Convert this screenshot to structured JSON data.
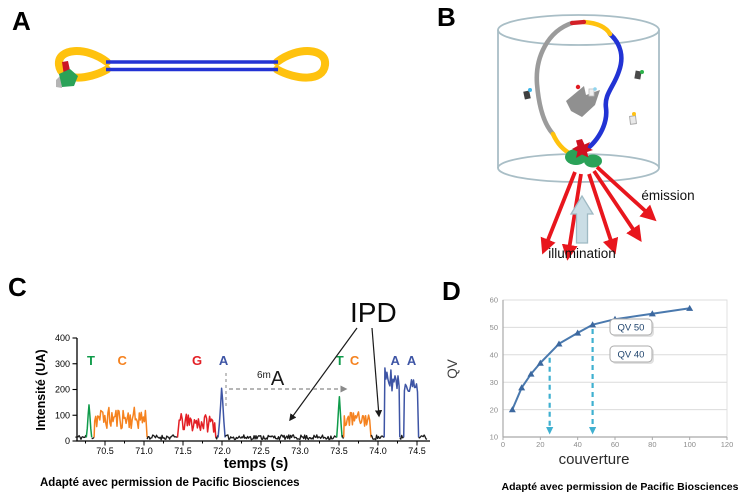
{
  "figure": {
    "panels": {
      "a": {
        "label": "A"
      },
      "b": {
        "label": "B",
        "emission_label": "émission",
        "illumination_label": "illumination"
      },
      "c": {
        "label": "C",
        "ipd_label": "IPD",
        "methyl_sup": "6m",
        "methyl_base": "A",
        "xlabel": "temps (s)",
        "ylabel": "Intensité (UA)",
        "caption": "Adapté avec permission de Pacific Biosciences"
      },
      "d": {
        "label": "D",
        "xlabel": "couverture",
        "ylabel": "QV",
        "caption": "Adapté avec permission de Pacific Biosciences"
      }
    }
  },
  "chart_data": [
    {
      "id": "pulse-trace",
      "type": "line",
      "title": "",
      "xlabel": "temps (s)",
      "ylabel": "Intensité (UA)",
      "xlim": [
        70.12,
        74.64
      ],
      "ylim": [
        0,
        400
      ],
      "xticks": [
        {
          "v": 70.5,
          "label": "70.5"
        },
        {
          "v": 71.0,
          "label": "71.0"
        },
        {
          "v": 71.5,
          "label": "71.5"
        },
        {
          "v": 72.0,
          "label": "72.0"
        },
        {
          "v": 72.5,
          "label": "72.5"
        },
        {
          "v": 73.0,
          "label": "73.0"
        },
        {
          "v": 73.5,
          "label": "73.5"
        },
        {
          "v": 74.0,
          "label": "74.0"
        },
        {
          "v": 74.5,
          "label": "74.5"
        }
      ],
      "yticks": [
        0,
        100,
        200,
        300,
        400
      ],
      "baseline": {
        "lo": 5,
        "hi": 24,
        "edge": 14,
        "color": "#1a1a1a"
      },
      "pulses": [
        {
          "base": "T",
          "type": "spike",
          "t0": 70.26,
          "t1": 70.33,
          "amp": 140,
          "label_t": 70.32,
          "color": "#0f9b4a"
        },
        {
          "base": "C",
          "type": "block",
          "t0": 70.36,
          "t1": 71.04,
          "lo": 45,
          "hi": 132,
          "label_t": 70.72,
          "color": "#f5821f"
        },
        {
          "base": "G",
          "type": "block",
          "t0": 71.43,
          "t1": 71.92,
          "lo": 35,
          "hi": 106,
          "label_t": 71.68,
          "color": "#e31e24"
        },
        {
          "base": "A",
          "type": "spike",
          "t0": 71.95,
          "t1": 72.04,
          "amp": 205,
          "label_t": 72.02,
          "color": "#3e55a5"
        },
        {
          "base": "T",
          "type": "spike",
          "t0": 73.47,
          "t1": 73.54,
          "amp": 172,
          "label_t": 73.51,
          "color": "#0f9b4a"
        },
        {
          "base": "C",
          "type": "block",
          "t0": 73.56,
          "t1": 73.91,
          "lo": 55,
          "hi": 115,
          "label_t": 73.7,
          "color": "#f5821f"
        },
        {
          "base": "A",
          "type": "block",
          "t0": 74.08,
          "t1": 74.28,
          "lo": 185,
          "hi": 286,
          "label_t": 74.22,
          "color": "#3e55a5"
        },
        {
          "base": "A",
          "type": "block",
          "t0": 74.33,
          "t1": 74.52,
          "lo": 190,
          "hi": 242,
          "label_t": 74.43,
          "color": "#3e55a5"
        }
      ],
      "annotations": {
        "ipd": {
          "text": "IPD",
          "arrow_targets_t": [
            72.85,
            74.0
          ]
        },
        "methyl": {
          "sup": "6m",
          "base": "A",
          "from_t": 72.03,
          "to_t": 73.6,
          "level": 205
        }
      }
    },
    {
      "id": "qv-coverage",
      "type": "line",
      "x": [
        5,
        10,
        15,
        20,
        30,
        40,
        48,
        60,
        80,
        100
      ],
      "y": [
        20,
        28,
        33,
        37,
        44,
        48,
        51,
        53,
        55,
        57
      ],
      "xlabel": "couverture",
      "ylabel": "QV",
      "xlim": [
        0,
        120
      ],
      "ylim": [
        10,
        60
      ],
      "xticks": [
        0,
        20,
        40,
        60,
        80,
        100,
        120
      ],
      "yticks": [
        10,
        20,
        30,
        40,
        50,
        60
      ],
      "grid": "horizontal",
      "line_color": "#4a79ae",
      "marker_color": "#3c689f",
      "arrow_color": "#3fb0d0",
      "arrows": [
        {
          "x": 25,
          "from": 40
        },
        {
          "x": 48,
          "from": 50.5
        }
      ],
      "callouts": [
        {
          "text": "QV 50"
        },
        {
          "text": "QV 40"
        }
      ]
    }
  ]
}
